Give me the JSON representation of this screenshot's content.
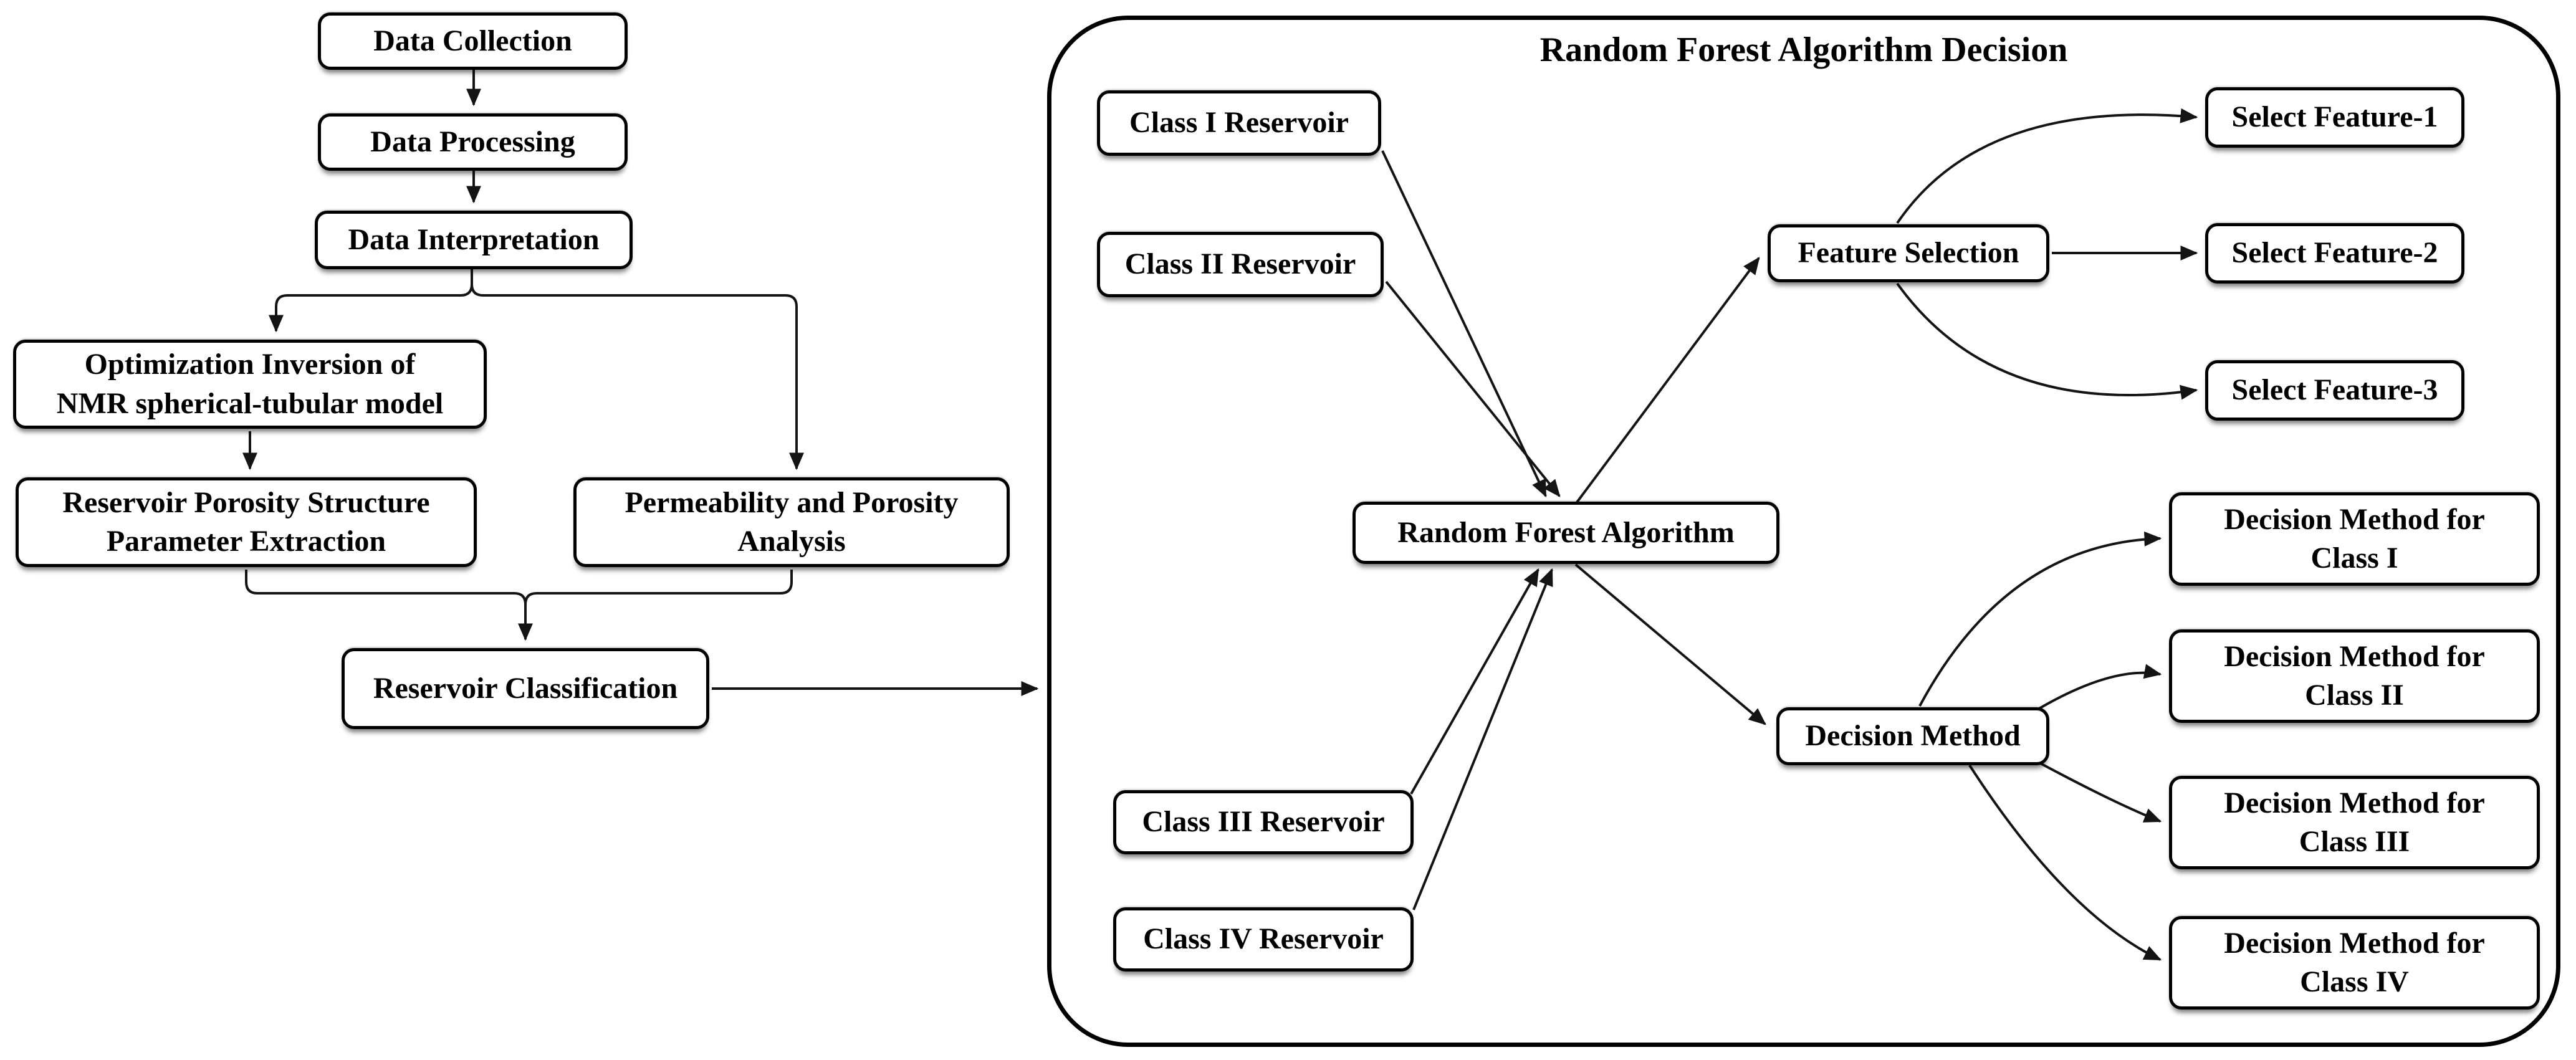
{
  "figure": {
    "background": "#ffffff",
    "line_color": "#141414",
    "box_fill": "#ffffff",
    "box_border_color": "#000000",
    "text_color": "#000000"
  },
  "left_flow": {
    "data_collection": {
      "label": "Data Collection"
    },
    "data_processing": {
      "label": "Data Processing"
    },
    "data_interpretation": {
      "label": "Data Interpretation"
    },
    "optimization_inversion": {
      "lines": [
        "Optimization Inversion of",
        "NMR spherical-tubular model"
      ]
    },
    "porosity_extraction": {
      "lines": [
        "Reservoir Porosity Structure",
        "Parameter Extraction"
      ]
    },
    "permeability_analysis": {
      "lines": [
        "Permeability and Porosity",
        "Analysis"
      ]
    },
    "reservoir_classification": {
      "label": "Reservoir Classification"
    }
  },
  "rf_panel": {
    "title": "Random Forest Algorithm Decision",
    "class_i": {
      "label": "Class I Reservoir"
    },
    "class_ii": {
      "label": "Class II Reservoir"
    },
    "class_iii": {
      "label": "Class III Reservoir"
    },
    "class_iv": {
      "label": "Class IV Reservoir"
    },
    "random_forest": {
      "label": "Random Forest Algorithm"
    },
    "feature_selection": {
      "label": "Feature Selection"
    },
    "select_feature_1": {
      "label": "Select Feature-1"
    },
    "select_feature_2": {
      "label": "Select Feature-2"
    },
    "select_feature_3": {
      "label": "Select Feature-3"
    },
    "decision_method": {
      "label": "Decision Method"
    },
    "dm_class_i": {
      "lines": [
        "Decision Method for",
        "Class I"
      ]
    },
    "dm_class_ii": {
      "lines": [
        "Decision Method for",
        "Class II"
      ]
    },
    "dm_class_iii": {
      "lines": [
        "Decision Method for",
        "Class III"
      ]
    },
    "dm_class_iv": {
      "lines": [
        "Decision Method for",
        "Class IV"
      ]
    }
  },
  "edges": [
    {
      "from": "Data Collection",
      "to": "Data Processing"
    },
    {
      "from": "Data Processing",
      "to": "Data Interpretation"
    },
    {
      "from": "Data Interpretation",
      "to": "Optimization Inversion of NMR spherical-tubular model"
    },
    {
      "from": "Data Interpretation",
      "to": "Permeability and Porosity Analysis"
    },
    {
      "from": "Optimization Inversion of NMR spherical-tubular model",
      "to": "Reservoir Porosity Structure Parameter Extraction"
    },
    {
      "from": "Reservoir Porosity Structure Parameter Extraction",
      "to": "Reservoir Classification"
    },
    {
      "from": "Permeability and Porosity Analysis",
      "to": "Reservoir Classification"
    },
    {
      "from": "Reservoir Classification",
      "to": "Random Forest Algorithm Decision"
    },
    {
      "from": "Class I Reservoir",
      "to": "Random Forest Algorithm"
    },
    {
      "from": "Class II Reservoir",
      "to": "Random Forest Algorithm"
    },
    {
      "from": "Class III Reservoir",
      "to": "Random Forest Algorithm"
    },
    {
      "from": "Class IV Reservoir",
      "to": "Random Forest Algorithm"
    },
    {
      "from": "Random Forest Algorithm",
      "to": "Feature Selection"
    },
    {
      "from": "Random Forest Algorithm",
      "to": "Decision Method"
    },
    {
      "from": "Feature Selection",
      "to": "Select Feature-1"
    },
    {
      "from": "Feature Selection",
      "to": "Select Feature-2"
    },
    {
      "from": "Feature Selection",
      "to": "Select Feature-3"
    },
    {
      "from": "Decision Method",
      "to": "Decision Method for Class I"
    },
    {
      "from": "Decision Method",
      "to": "Decision Method for Class II"
    },
    {
      "from": "Decision Method",
      "to": "Decision Method for Class III"
    },
    {
      "from": "Decision Method",
      "to": "Decision Method for Class IV"
    }
  ]
}
